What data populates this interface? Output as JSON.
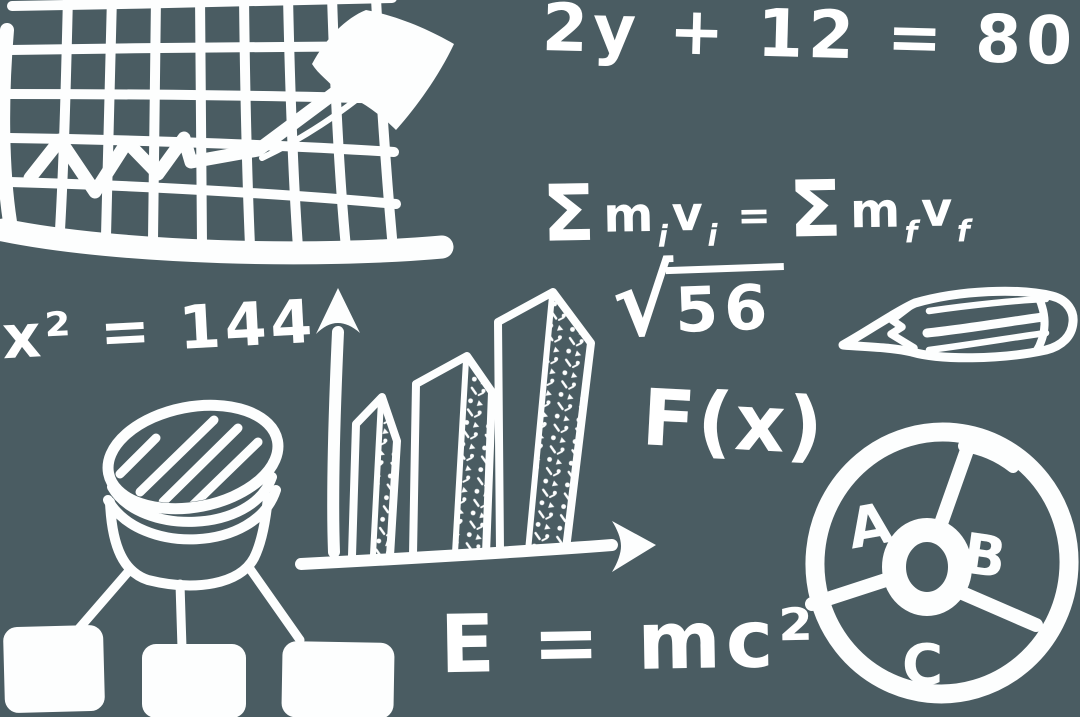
{
  "scene": {
    "background_color": "#4a5c62",
    "ink_color": "#ffffff",
    "description": "hand-drawn white chalk-style math and chart doodles on a slate background"
  },
  "formulas": {
    "linear_equation": "2y + 12 = 80",
    "momentum": {
      "sigma1": "Σ",
      "m1": "m",
      "i1": "i",
      "v1": "v",
      "i2": "i",
      "equals": "=",
      "sigma2": "Σ",
      "m2": "m",
      "f1": "f",
      "v2": "v",
      "f2": "f"
    },
    "square_root": {
      "radical_sign": "√",
      "radicand": "56"
    },
    "function_notation": "F(x)",
    "quadratic": "x² = 144",
    "mass_energy": "E = mc²"
  },
  "pie_chart": {
    "segment_labels": [
      "A",
      "B",
      "C"
    ]
  },
  "doodles": {
    "line_chart_icon": "line-chart-with-growth-arrow-doodle",
    "bar_chart": {
      "icon": "bar-chart-doodle",
      "bars": 3,
      "trend": "increasing"
    },
    "database_flowchart": {
      "icon": "database-flowchart-doodle",
      "leaf_boxes": 3
    },
    "pie_chart_icon": "pie-chart-doodle",
    "pencil_icon": "pencil-doodle"
  }
}
